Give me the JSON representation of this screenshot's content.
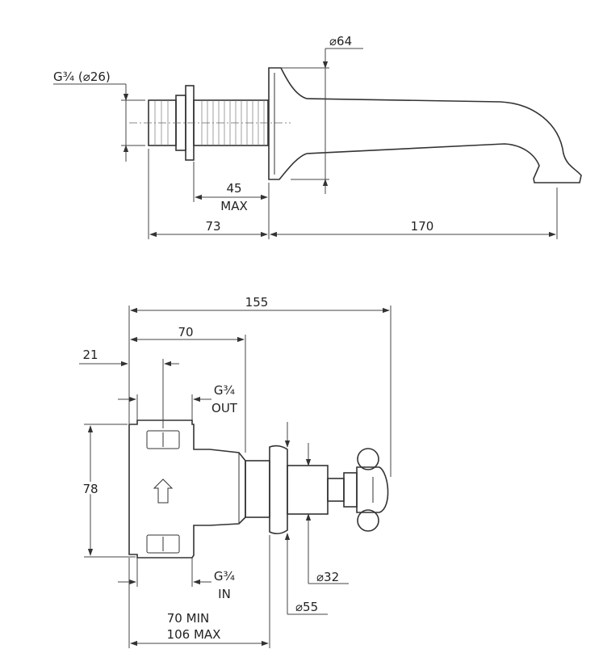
{
  "diagram": {
    "top_view": {
      "thread_label": "G¾ (⌀26)",
      "spout_diameter": "⌀64",
      "max_protrusion": "45",
      "max_protrusion_suffix": "MAX",
      "body_length": "73",
      "spout_reach": "170"
    },
    "bottom_view": {
      "overall_length": "155",
      "valve_to_wall": "70",
      "inlet_offset": "21",
      "outlet_label": "G¾",
      "outlet_suffix": "OUT",
      "inlet_label": "G¾",
      "inlet_suffix": "IN",
      "body_height": "78",
      "spindle_diameter": "⌀32",
      "flange_diameter": "⌀55",
      "depth_min": "70 MIN",
      "depth_max": "106 MAX"
    }
  }
}
